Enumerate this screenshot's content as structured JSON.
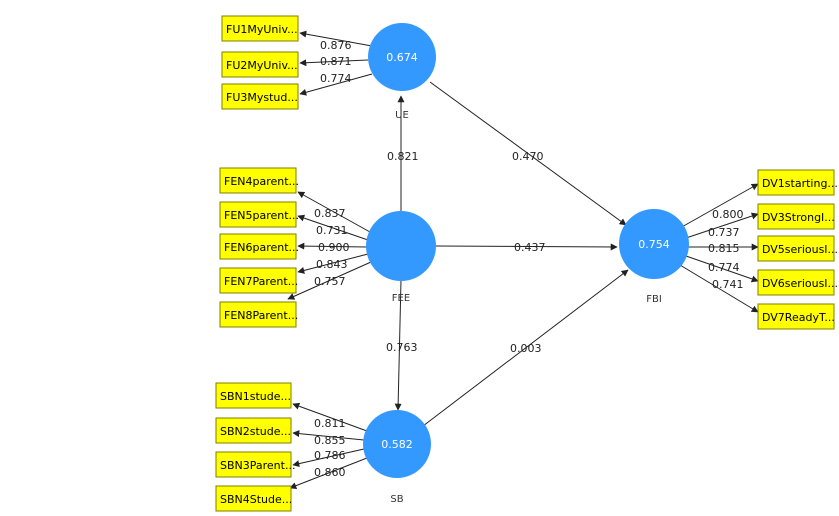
{
  "colors": {
    "construct_fill": "#3399ff",
    "indicator_fill": "#ffff00",
    "indicator_border": "#7f7f00",
    "line": "#222222"
  },
  "constructs": {
    "UE": {
      "label": "UE",
      "value": "0.674"
    },
    "FEE": {
      "label": "FEE",
      "value": ""
    },
    "FBI": {
      "label": "FBI",
      "value": "0.754"
    },
    "SB": {
      "label": "SB",
      "value": "0.582"
    }
  },
  "indicators": {
    "FU1": {
      "label": "FU1MyUniv...",
      "loading": "0.876"
    },
    "FU2": {
      "label": "FU2MyUniv...",
      "loading": "0.871"
    },
    "FU3": {
      "label": "FU3Mystud...",
      "loading": "0.774"
    },
    "FEN4": {
      "label": "FEN4parent...",
      "loading": "0.837"
    },
    "FEN5": {
      "label": "FEN5parent...",
      "loading": "0.731"
    },
    "FEN6": {
      "label": "FEN6parent...",
      "loading": "0.900"
    },
    "FEN7": {
      "label": "FEN7Parent...",
      "loading": "0.843"
    },
    "FEN8": {
      "label": "FEN8Parent...",
      "loading": "0.757"
    },
    "SBN1": {
      "label": "SBN1stude...",
      "loading": "0.811"
    },
    "SBN2": {
      "label": "SBN2stude...",
      "loading": "0.855"
    },
    "SBN3": {
      "label": "SBN3Parent...",
      "loading": "0.786"
    },
    "SBN4": {
      "label": "SBN4Stude...",
      "loading": "0.860"
    },
    "DV1": {
      "label": "DV1starting...",
      "loading": "0.800"
    },
    "DV3": {
      "label": "DV3StrongI...",
      "loading": "0.737"
    },
    "DV5": {
      "label": "DV5seriousI...",
      "loading": "0.815"
    },
    "DV6": {
      "label": "DV6seriousI...",
      "loading": "0.774"
    },
    "DV7": {
      "label": "DV7ReadyT...",
      "loading": "0.741"
    }
  },
  "paths": {
    "FEE_UE": "0.821",
    "UE_FBI": "0.470",
    "FEE_FBI": "0.437",
    "FEE_SB": "0.763",
    "SB_FBI": "0.003"
  }
}
